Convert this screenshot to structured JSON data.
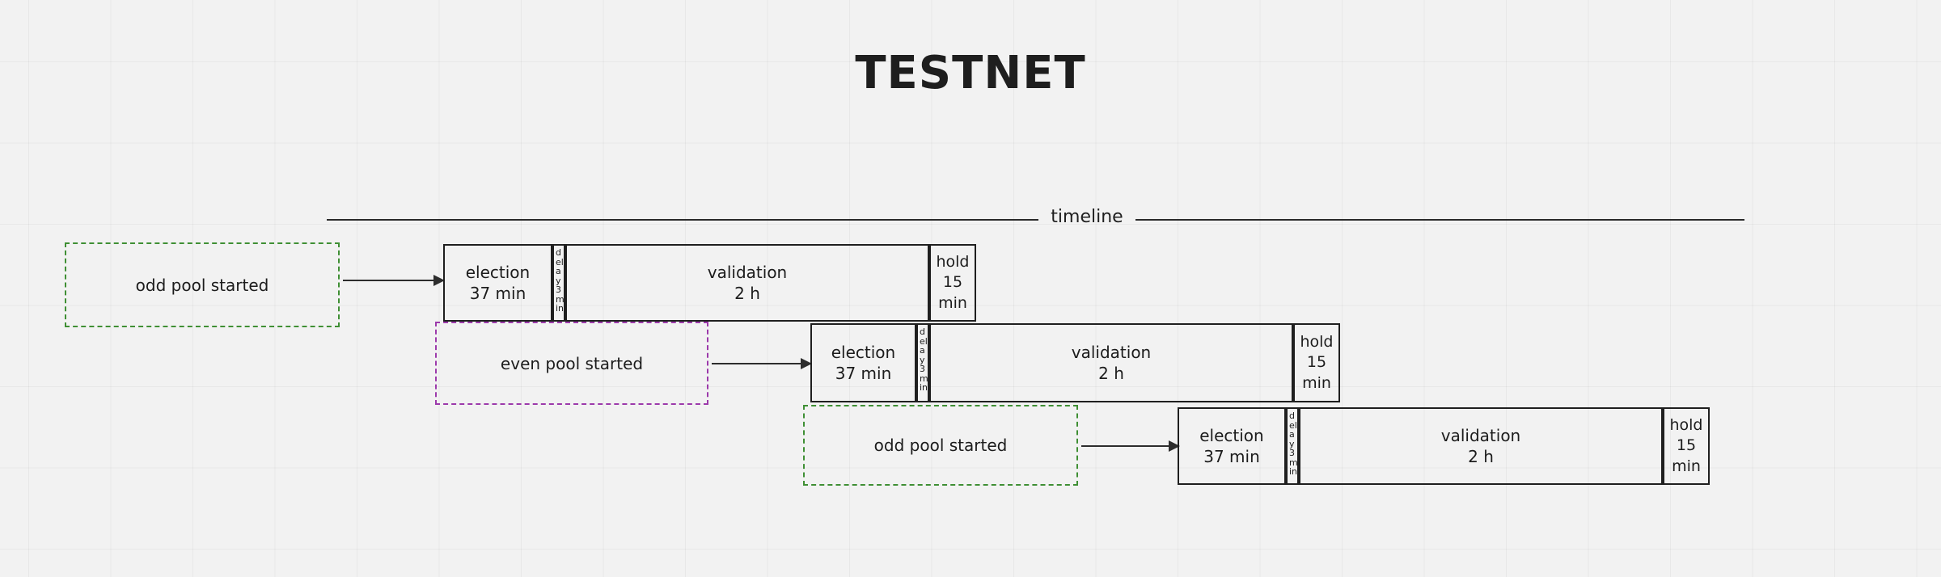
{
  "title": "TESTNET",
  "timeline": {
    "label": "timeline"
  },
  "events": [
    {
      "id": "event-odd-1",
      "label": "odd pool started",
      "color": "#3f8f34",
      "style": "green"
    },
    {
      "id": "event-even-1",
      "label": "even pool started",
      "color": "#9c3aab",
      "style": "purple"
    },
    {
      "id": "event-odd-2",
      "label": "odd pool started",
      "color": "#3f8f34",
      "style": "green"
    }
  ],
  "rows": [
    {
      "id": "row-1",
      "phases": [
        {
          "name": "election",
          "duration": "37 min",
          "kind": "election"
        },
        {
          "name": "delay",
          "duration": "3 min",
          "kind": "delay"
        },
        {
          "name": "validation",
          "duration": "2 h",
          "kind": "validation"
        },
        {
          "name": "hold",
          "duration": "15 min",
          "kind": "hold"
        }
      ]
    },
    {
      "id": "row-2",
      "phases": [
        {
          "name": "election",
          "duration": "37 min",
          "kind": "election"
        },
        {
          "name": "delay",
          "duration": "3 min",
          "kind": "delay"
        },
        {
          "name": "validation",
          "duration": "2 h",
          "kind": "validation"
        },
        {
          "name": "hold",
          "duration": "15 min",
          "kind": "hold"
        }
      ]
    },
    {
      "id": "row-3",
      "phases": [
        {
          "name": "election",
          "duration": "37 min",
          "kind": "election"
        },
        {
          "name": "delay",
          "duration": "3 min",
          "kind": "delay"
        },
        {
          "name": "validation",
          "duration": "2 h",
          "kind": "validation"
        },
        {
          "name": "hold",
          "duration": "15 min",
          "kind": "hold"
        }
      ]
    }
  ],
  "colors": {
    "background": "#f2f2f2",
    "grid": "#e8e8e8",
    "stroke": "#1f1f1f",
    "green": "#3f8f34",
    "purple": "#9c3aab",
    "text": "#1c1c1c"
  },
  "delay_chars": {
    "row1": "delay 3 min",
    "row2": "delay 3 min",
    "row3": "delay 3 min"
  }
}
